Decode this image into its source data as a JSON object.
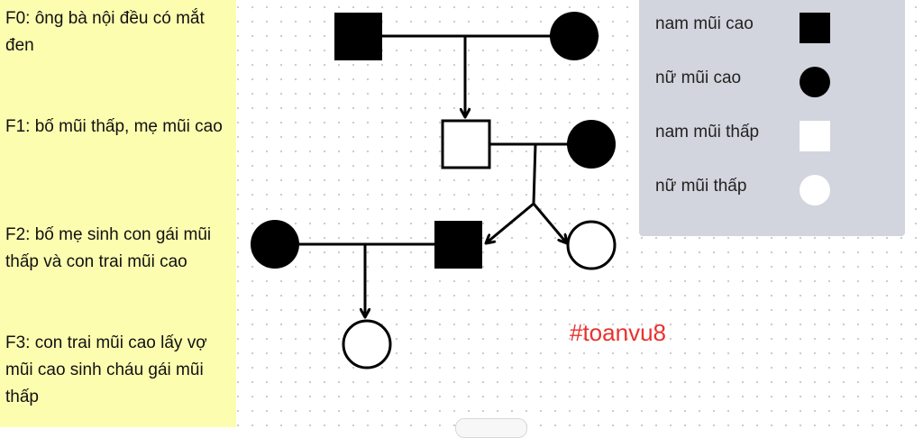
{
  "notes": {
    "f0": "F0: ông bà nội đều có mắt đen",
    "f1": "F1: bố mũi thấp, mẹ mũi cao",
    "f2": "F2: bố mẹ sinh con gái mũi thấp và con trai mũi cao",
    "f3": "F3: con trai mũi cao lấy vợ mũi cao sinh cháu gái mũi thấp"
  },
  "legend": {
    "items": [
      {
        "label": "nam mũi cao",
        "symbol": "black-square-icon"
      },
      {
        "label": "nữ mũi cao",
        "symbol": "black-circle-icon"
      },
      {
        "label": "nam mũi thấp",
        "symbol": "white-square-icon"
      },
      {
        "label": "nữ mũi thấp",
        "symbol": "white-circle-icon"
      }
    ]
  },
  "watermark": "#toanvu8",
  "colors": {
    "notes_bg": "#fdfdb0",
    "legend_bg": "#d2d5dd",
    "watermark": "#e8322e",
    "affected": "#000000",
    "unaffected": "#ffffff"
  }
}
